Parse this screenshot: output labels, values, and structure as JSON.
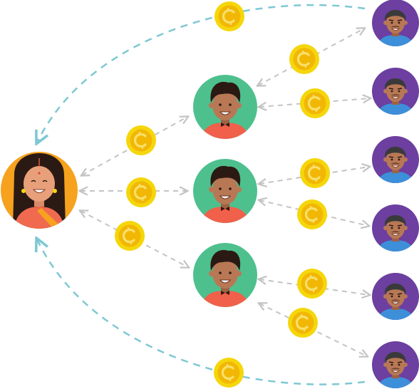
{
  "diagram": {
    "root": {
      "role": "root-person",
      "avatar": "woman-avatar",
      "bg": "#F6A21E"
    },
    "middle": [
      {
        "id": "m1",
        "avatar": "man-avatar",
        "bg": "#4EC08E"
      },
      {
        "id": "m2",
        "avatar": "man-avatar",
        "bg": "#4EC08E"
      },
      {
        "id": "m3",
        "avatar": "man-avatar",
        "bg": "#4EC08E"
      }
    ],
    "leaves": [
      {
        "id": "l1",
        "avatar": "man-avatar",
        "bg": "#6C3FA0"
      },
      {
        "id": "l2",
        "avatar": "man-avatar",
        "bg": "#6C3FA0"
      },
      {
        "id": "l3",
        "avatar": "man-avatar",
        "bg": "#6C3FA0"
      },
      {
        "id": "l4",
        "avatar": "man-avatar",
        "bg": "#6C3FA0"
      },
      {
        "id": "l5",
        "avatar": "man-avatar",
        "bg": "#6C3FA0"
      },
      {
        "id": "l6",
        "avatar": "man-avatar",
        "bg": "#6C3FA0"
      }
    ],
    "edges": [
      {
        "from": "root",
        "to": "m1",
        "style": "gray-dashed-double-arrow",
        "coin": "coin-icon"
      },
      {
        "from": "root",
        "to": "m2",
        "style": "gray-dashed-double-arrow",
        "coin": "coin-icon"
      },
      {
        "from": "root",
        "to": "m3",
        "style": "gray-dashed-double-arrow",
        "coin": "coin-icon"
      },
      {
        "from": "m1",
        "to": "l1",
        "style": "gray-dashed-double-arrow",
        "coin": "coin-icon"
      },
      {
        "from": "m1",
        "to": "l2",
        "style": "gray-dashed-double-arrow",
        "coin": "coin-icon"
      },
      {
        "from": "m2",
        "to": "l3",
        "style": "gray-dashed-double-arrow",
        "coin": "coin-icon"
      },
      {
        "from": "m2",
        "to": "l4",
        "style": "gray-dashed-double-arrow",
        "coin": "coin-icon"
      },
      {
        "from": "m3",
        "to": "l5",
        "style": "gray-dashed-double-arrow",
        "coin": "coin-icon"
      },
      {
        "from": "m3",
        "to": "l6",
        "style": "gray-dashed-double-arrow",
        "coin": "coin-icon"
      },
      {
        "from": "l1",
        "to": "root",
        "style": "teal-dashed-curve-arrow",
        "coin": "coin-icon"
      },
      {
        "from": "l6",
        "to": "root",
        "style": "teal-dashed-curve-arrow",
        "coin": "coin-icon"
      }
    ],
    "colors": {
      "gray_arrow": "#C4C4C4",
      "teal_arrow": "#7EC8D4",
      "coin_outer": "#F5D60A",
      "coin_inner": "#F2B705",
      "coin_symbol": "#F7E06A",
      "skin_woman": "#E8A07A",
      "skin_man": "#B87855",
      "hair": "#2B1A14",
      "shirt_mid": "#F0604A",
      "shirt_leaf": "#3D8FD9",
      "saree": "#F06A50"
    }
  }
}
